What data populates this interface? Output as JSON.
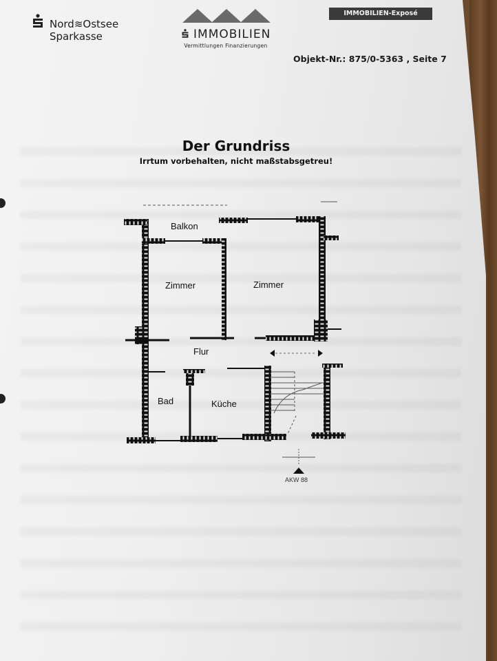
{
  "header": {
    "bank_line1": "Nord",
    "bank_line1b": "Ostsee",
    "bank_line2": "Sparkasse",
    "immo_title": "IMMOBILIEN",
    "immo_subtitle": "Vermittlungen Finanzierungen",
    "expose_tag": "IMMOBILIEN-Exposé",
    "object_ref": "Objekt-Nr.: 875/0-5363 , Seite  7"
  },
  "section": {
    "title": "Der Grundriss",
    "subtitle": "Irrtum vorbehalten, nicht maßstabsgetreu!"
  },
  "floorplan": {
    "rooms": {
      "balcony": "Balkon",
      "room_left": "Zimmer",
      "room_right": "Zimmer",
      "hall": "Flur",
      "bath": "Bad",
      "kitchen": "Küche"
    },
    "marker": "AKW 88"
  },
  "colors": {
    "ink": "#111111",
    "tag_bg": "#3a3a3a",
    "paper": "#efefef"
  }
}
